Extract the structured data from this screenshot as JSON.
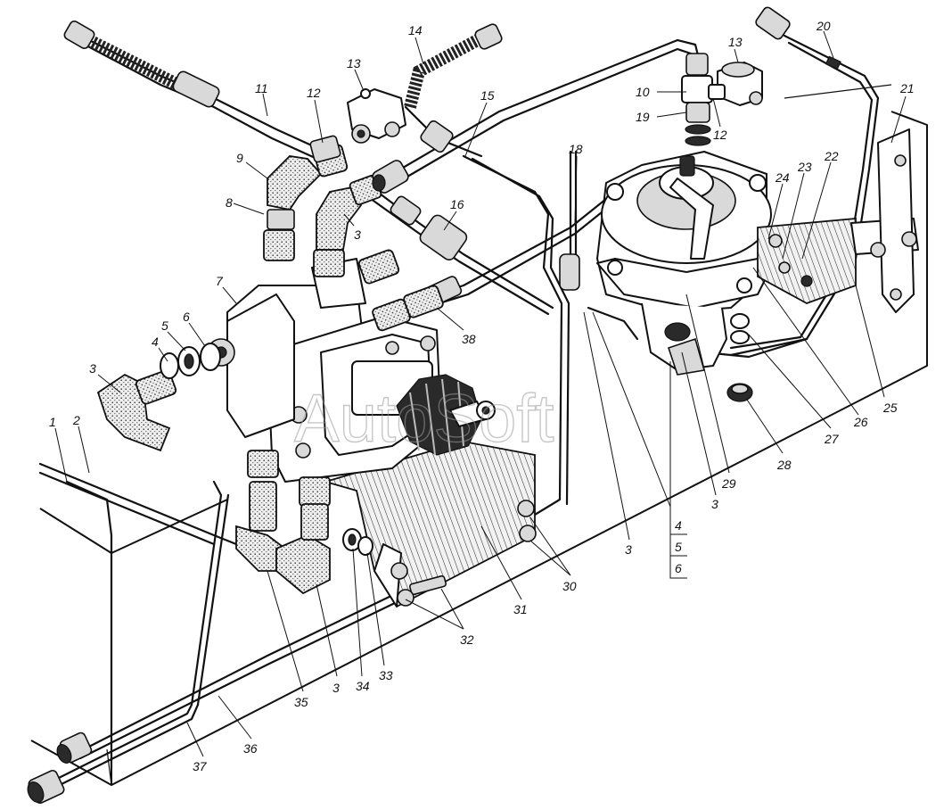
{
  "watermark": "AutoSoft",
  "callouts": {
    "c1": "1",
    "c2": "2",
    "c3a": "3",
    "c3b": "3",
    "c3c": "3",
    "c3d": "3",
    "c3e": "3",
    "c4a": "4",
    "c4b": "4",
    "c5a": "5",
    "c5b": "5",
    "c6a": "6",
    "c6b": "6",
    "c7": "7",
    "c8": "8",
    "c9": "9",
    "c10": "10",
    "c11": "11",
    "c12a": "12",
    "c12b": "12",
    "c13a": "13",
    "c13b": "13",
    "c14": "14",
    "c15": "15",
    "c16": "16",
    "c18": "18",
    "c19": "19",
    "c20": "20",
    "c21": "21",
    "c22": "22",
    "c23": "23",
    "c24": "24",
    "c25": "25",
    "c26": "26",
    "c27": "27",
    "c28": "28",
    "c29": "29",
    "c30": "30",
    "c31": "31",
    "c32": "32",
    "c33": "33",
    "c34": "34",
    "c35": "35",
    "c36": "36",
    "c37": "37",
    "c38": "38"
  }
}
